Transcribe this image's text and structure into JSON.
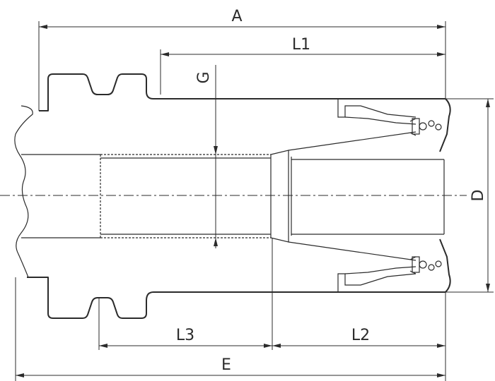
{
  "dimensions": {
    "A": "A",
    "L1": "L1",
    "G": "G",
    "D": "D",
    "L3": "L3",
    "L2": "L2",
    "E": "E"
  }
}
